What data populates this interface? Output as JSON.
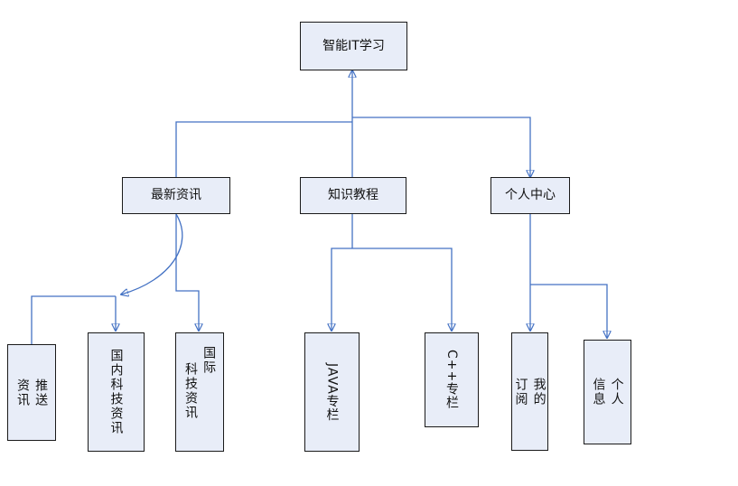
{
  "root": {
    "label": "智能IT学习"
  },
  "categories": {
    "news": {
      "label": "最新资讯"
    },
    "tutorials": {
      "label": "知识教程"
    },
    "personal": {
      "label": "个人中心"
    }
  },
  "leaves": {
    "push_news": {
      "label": "推送资讯",
      "col1": "推送",
      "col2": "资讯"
    },
    "domestic_tech": {
      "label": "国内科技资讯",
      "col1": "国内科技资讯"
    },
    "intl_tech": {
      "label": "国际科技资讯",
      "col1": "国际",
      "col2": "科技资讯"
    },
    "java": {
      "label": "JAVA专栏"
    },
    "cpp": {
      "label": "C++专栏"
    },
    "subscriptions": {
      "label": "我的订阅",
      "col1": "我的",
      "col2": "订阅"
    },
    "personal_info": {
      "label": "个人信息",
      "col1": "个人",
      "col2": "信息"
    }
  },
  "colors": {
    "node_fill": "#e8edf8",
    "node_border": "#1a1a1a",
    "connector": "#4472c4"
  }
}
